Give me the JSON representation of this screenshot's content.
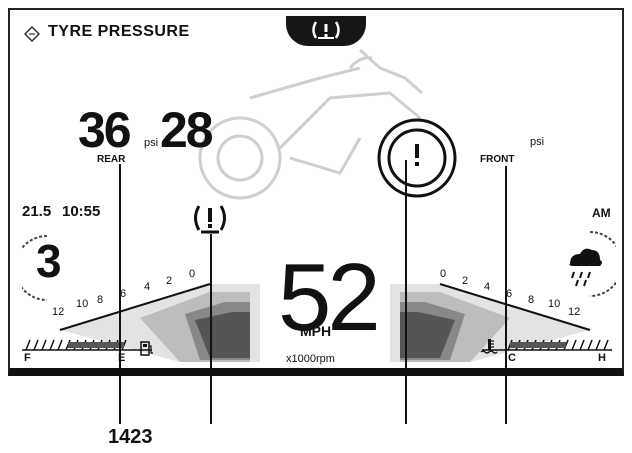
{
  "header": {
    "title": "TYRE PRESSURE"
  },
  "tyres": {
    "rear": {
      "value": "36",
      "label": "REAR"
    },
    "front": {
      "value": "28",
      "label": "FRONT"
    },
    "unit_rear": "psi",
    "unit_front": "psi"
  },
  "trip": {
    "value": "21.5"
  },
  "clock": {
    "time": "10:55",
    "period": "AM"
  },
  "gear": {
    "value": "3"
  },
  "speed": {
    "value": "52",
    "unit": "MPH"
  },
  "tacho": {
    "unit": "x1000rpm",
    "left_ticks": [
      "12",
      "10",
      "8",
      "6",
      "4",
      "2",
      "0"
    ],
    "right_ticks": [
      "0",
      "2",
      "4",
      "6",
      "8",
      "10",
      "12"
    ]
  },
  "fuel": {
    "full": "F",
    "empty": "E"
  },
  "temp": {
    "cold": "C",
    "hot": "H"
  },
  "callout": {
    "number": "1423"
  },
  "icons": {
    "header": "tyre-pressure-warning-icon",
    "title": "sync-diamond-icon",
    "weather": "rain-cloud-icon",
    "fuel": "fuel-pump-icon",
    "coolant": "coolant-temperature-icon"
  }
}
